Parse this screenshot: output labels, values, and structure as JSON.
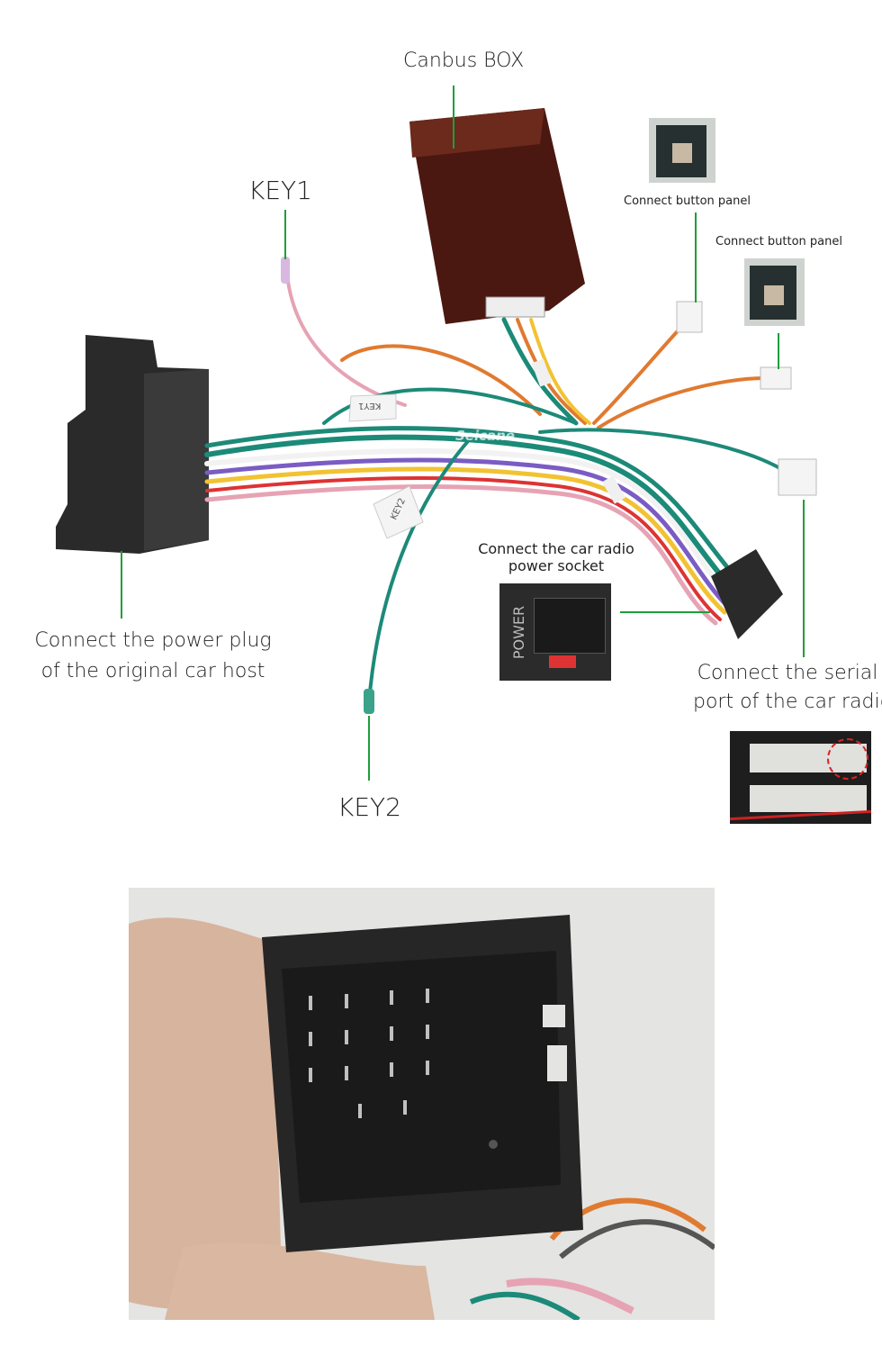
{
  "diagram": {
    "labels": {
      "canbus_box": "Canbus BOX",
      "key1": "KEY1",
      "key2": "KEY2",
      "button_panel_1": "Connect button panel",
      "button_panel_2": "Connect button panel",
      "radio_power_1": "Connect the car radio",
      "radio_power_2": "power socket",
      "power_plug_1": "Connect the power plug",
      "power_plug_2": "of the original car host",
      "serial_port_1": "Connect the serial",
      "serial_port_2": "port of the car radio"
    },
    "tags": {
      "key2_tag": "KEY2",
      "key1_tag": "KEY1",
      "power_socket_text": "POWER",
      "watermark": "Seicane"
    }
  },
  "colors": {
    "callout_line": "#1e9e3a",
    "canbus_box": "#5a1f14",
    "connector_black": "#2a2a2a",
    "wire_green": "#1c8a78",
    "wire_pink": "#e6a3b4",
    "wire_orange": "#e07a30",
    "wire_white": "#f2f2f2",
    "wire_purple": "#7a5cc4",
    "wire_yellow": "#f2c233",
    "wire_red": "#d33"
  }
}
